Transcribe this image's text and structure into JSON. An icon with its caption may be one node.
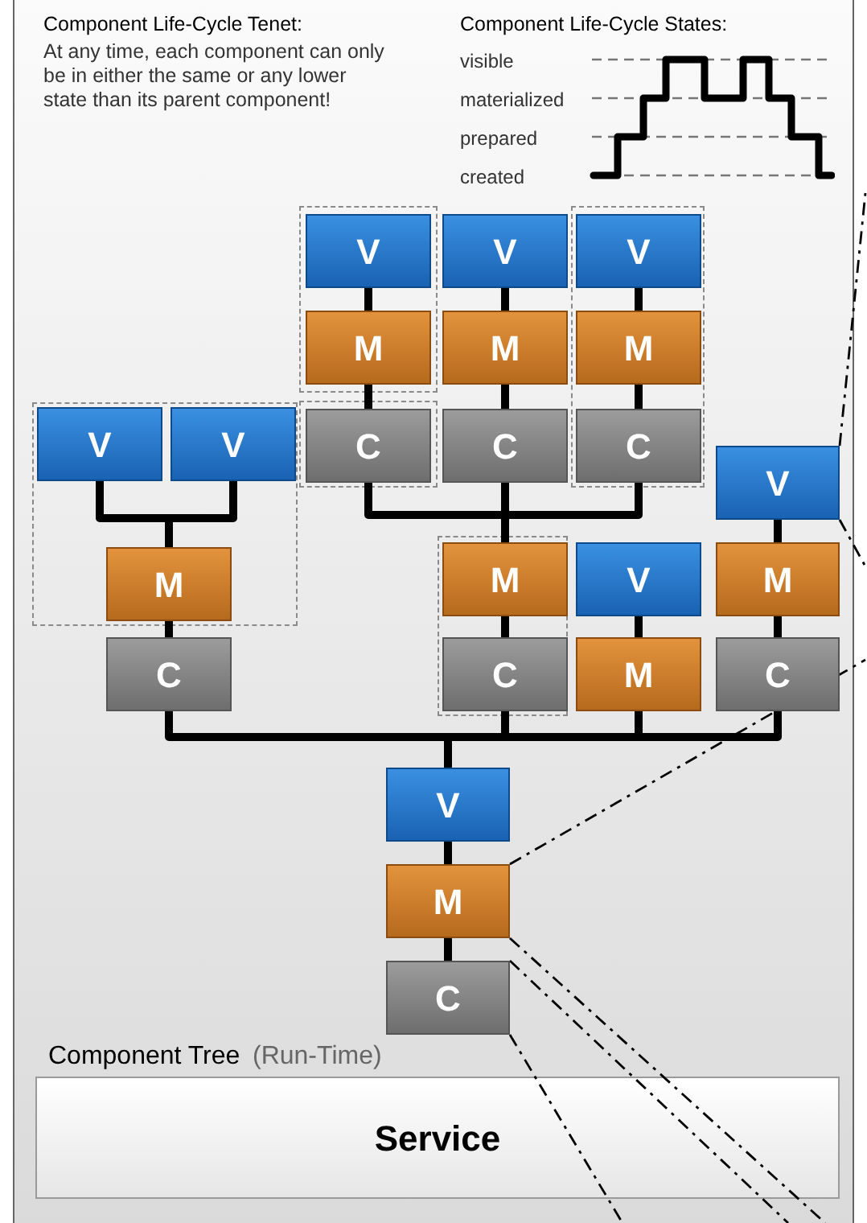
{
  "diagram": {
    "nodes": [
      {
        "text": [
          "V"
        ]
      },
      {
        "text": [
          "V"
        ]
      },
      {
        "text": [
          "V"
        ]
      },
      {
        "text": [
          "M"
        ]
      },
      {
        "text": [
          "M"
        ]
      },
      {
        "text": [
          "M"
        ]
      },
      {
        "text": [
          "V"
        ]
      },
      {
        "text": [
          "V"
        ]
      },
      {
        "text": [
          "C"
        ]
      },
      {
        "text": [
          "C"
        ]
      },
      {
        "text": [
          "C"
        ]
      },
      {
        "text": [
          "V"
        ]
      },
      {
        "text": [
          "M"
        ]
      },
      {
        "text": [
          "M"
        ]
      },
      {
        "text": [
          "V"
        ]
      },
      {
        "text": [
          "M"
        ]
      },
      {
        "text": [
          "C"
        ]
      },
      {
        "text": [
          "C"
        ]
      },
      {
        "text": [
          "M"
        ]
      },
      {
        "text": [
          "C"
        ]
      },
      {
        "text": [
          "V"
        ]
      },
      {
        "text": [
          "M"
        ]
      },
      {
        "text": [
          "C"
        ]
      },
      {
        "text": [
          "Service"
        ]
      }
    ],
    "edges": [
      {
        "from": 0,
        "to": 3,
        "arrow": "none"
      },
      {
        "from": 1,
        "to": 4,
        "arrow": "none"
      },
      {
        "from": 2,
        "to": 5,
        "arrow": "none"
      },
      {
        "from": 3,
        "to": 8,
        "arrow": "none"
      },
      {
        "from": 4,
        "to": 9,
        "arrow": "none"
      },
      {
        "from": 5,
        "to": 10,
        "arrow": "none"
      },
      {
        "from": 8,
        "to": 13,
        "arrow": "none"
      },
      {
        "from": 9,
        "to": 13,
        "arrow": "none"
      },
      {
        "from": 10,
        "to": 13,
        "arrow": "none"
      },
      {
        "from": 6,
        "to": 12,
        "arrow": "none"
      },
      {
        "from": 7,
        "to": 12,
        "arrow": "none"
      },
      {
        "from": 11,
        "to": 15,
        "arrow": "none"
      },
      {
        "from": 12,
        "to": 16,
        "arrow": "none"
      },
      {
        "from": 13,
        "to": 17,
        "arrow": "none"
      },
      {
        "from": 14,
        "to": 18,
        "arrow": "none"
      },
      {
        "from": 15,
        "to": 19,
        "arrow": "none"
      },
      {
        "from": 16,
        "to": 20,
        "arrow": "none"
      },
      {
        "from": 17,
        "to": 20,
        "arrow": "none"
      },
      {
        "from": 18,
        "to": 20,
        "arrow": "none"
      },
      {
        "from": 19,
        "to": 20,
        "arrow": "none"
      },
      {
        "from": 20,
        "to": 21,
        "arrow": "none"
      },
      {
        "from": 21,
        "to": 22,
        "arrow": "none"
      },
      {
        "from": 11,
        "to": null,
        "arrow": "none",
        "style": "dashed"
      },
      {
        "from": 11,
        "to": null,
        "arrow": "none",
        "style": "dashed"
      },
      {
        "from": 21,
        "to": null,
        "arrow": "none",
        "style": "dashed"
      },
      {
        "from": 21,
        "to": null,
        "arrow": "none",
        "style": "dashed"
      },
      {
        "from": 22,
        "to": null,
        "arrow": "none",
        "style": "dashed"
      },
      {
        "from": 22,
        "to": null,
        "arrow": "none",
        "style": "dashed"
      }
    ],
    "labels": [
      "Component Life-Cycle Tenet:",
      "At any time, each component can only be in either the same or any lower state than its parent component!",
      "Component Life-Cycle States:",
      "visible",
      "materialized",
      "prepared",
      "created",
      "Component Tree",
      "(Run-Time)"
    ]
  }
}
